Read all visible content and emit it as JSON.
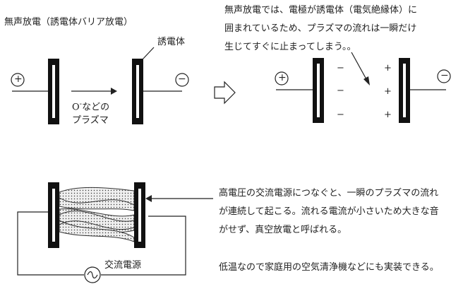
{
  "title": "無声放電（誘電体バリア放電）",
  "dielectric_label": "誘電体",
  "plasma_label": {
    "ion": "O",
    "superscript": "-",
    "rest": "などの",
    "line2": "プラズマ"
  },
  "polarity": {
    "positive": "+",
    "negative": "−"
  },
  "note_top": [
    "無声放電では、電極が誘電体（電気絶縁体）に",
    "囲まれているため、プラズマの流れは一瞬だけ",
    "生じてすぐに止まってしまう。。"
  ],
  "ac_source_label": "交流電源",
  "note_bottom": [
    "高電圧の交流電源につなぐと、一瞬のプラズマの流れ",
    "が連続して起こる。流れる電流が小さいため大きな音",
    "がせず、真空放電と呼ばれる。"
  ],
  "note_footer": "低温なので家庭用の空気清浄機などにも実装できる。",
  "colors": {
    "ink": "#222222",
    "plate": "#111111",
    "plasma_fill": "#e8e8e8"
  }
}
